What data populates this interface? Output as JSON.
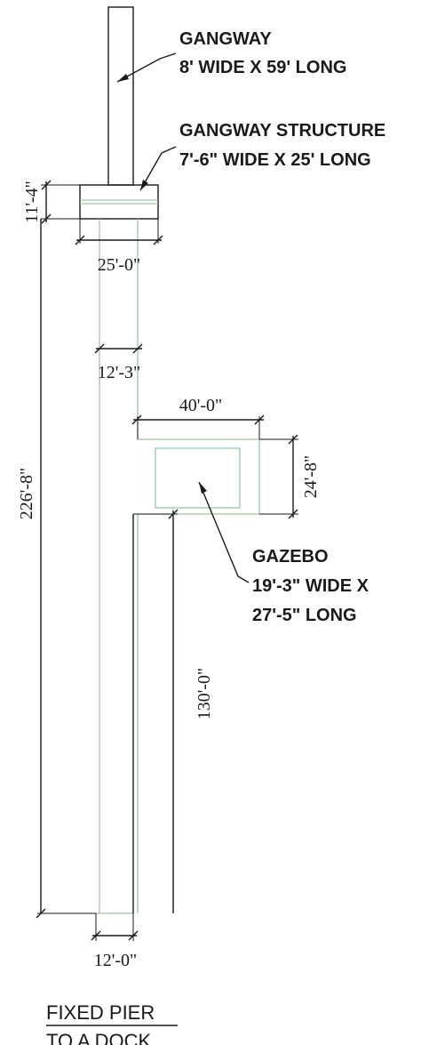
{
  "labels": {
    "gangway_title": "GANGWAY",
    "gangway_size": "8' WIDE X 59' LONG",
    "structure_title": "GANGWAY STRUCTURE",
    "structure_size": "7'-6\" WIDE X 25' LONG",
    "gazebo_title": "GAZEBO",
    "gazebo_width": "19'-3\" WIDE X",
    "gazebo_length": "27'-5\" LONG"
  },
  "dimensions": {
    "structure_height": "11'-4\"",
    "structure_width": "25'-0\"",
    "upper_walkway_width": "12'-3\"",
    "platform_length": "40'-0\"",
    "platform_depth": "24'-8\"",
    "total_length": "226'-8\"",
    "lower_walkway_length": "130'-0\"",
    "lower_walkway_width": "12'-0\""
  },
  "title": {
    "line1": "FIXED PIER",
    "line2": "TO A DOCK"
  }
}
